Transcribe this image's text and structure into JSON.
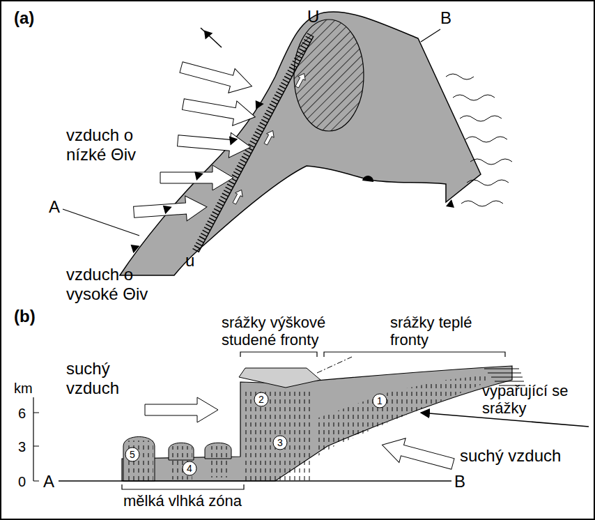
{
  "diagram": {
    "labels": [
      "(a)",
      "U",
      "B",
      "vzduch o nízké Θiv",
      "A",
      "u",
      "vzduch o vysoké Θiv",
      "(b)",
      "srážky výškové studené fronty",
      "srážky teplé fronty",
      "suchý vzduch",
      "km",
      "6",
      "3",
      "0",
      "vypařující se srážky",
      "2",
      "1",
      "3",
      "suchý vzduch",
      "5",
      "4",
      "A",
      "B",
      "mělká vlhká zóna"
    ]
  }
}
